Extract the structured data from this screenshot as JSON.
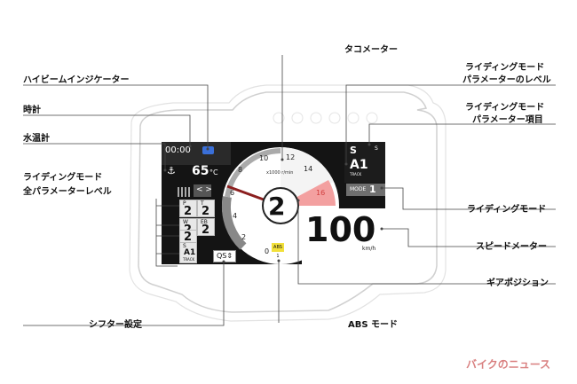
{
  "callouts": {
    "high_beam": "ハイビームインジケーター",
    "clock": "時計",
    "coolant": "水温計",
    "param_levels_1": "ライディングモード",
    "param_levels_2": "全パラメーターレベル",
    "shifter": "シフター設定",
    "tacho": "タコメーター",
    "mode_param_level_1": "ライディングモード",
    "mode_param_level_2": "パラメーターのレベル",
    "mode_param_item_1": "ライディングモード",
    "mode_param_item_2": "パラメーター項目",
    "riding_mode": "ライディングモード",
    "speedometer": "スピードメーター",
    "gear_position": "ギアポジション",
    "abs_mode": "ABS モード"
  },
  "display": {
    "clock": "00:00",
    "temp": "65",
    "temp_unit": "°C",
    "rpm_unit": "x1000 r/min",
    "rpm_ticks": [
      "0",
      "2",
      "4",
      "6",
      "8",
      "10",
      "12",
      "14",
      "16"
    ],
    "gear": "2",
    "speed": "100",
    "speed_unit": "km/h",
    "param_item": "S",
    "param_item_level": "A1",
    "param_item_sub": "TRACK",
    "param_side": "S",
    "mode_label": "MODE",
    "mode_value": "1",
    "abs_badge": "ABS 1",
    "qs": "QS",
    "qs_glyph": "⇕",
    "nav": "< >",
    "levels": [
      {
        "key": "P",
        "value": "2"
      },
      {
        "key": "T",
        "value": "2"
      },
      {
        "key": "W",
        "value": "2"
      },
      {
        "key": "EB",
        "value": "2"
      },
      {
        "key": "",
        "value": "2"
      }
    ],
    "level_s": {
      "key": "S",
      "value": "A1",
      "sub": "TRACK"
    }
  },
  "colors": {
    "redzone": "#f3a0a0",
    "redline_text": "#d24040",
    "abs_yellow": "#f2e03a",
    "highbeam_blue": "#3a6fd8",
    "needle": "#8b1f1f"
  },
  "logo": {
    "text": "バイクのニュース"
  }
}
